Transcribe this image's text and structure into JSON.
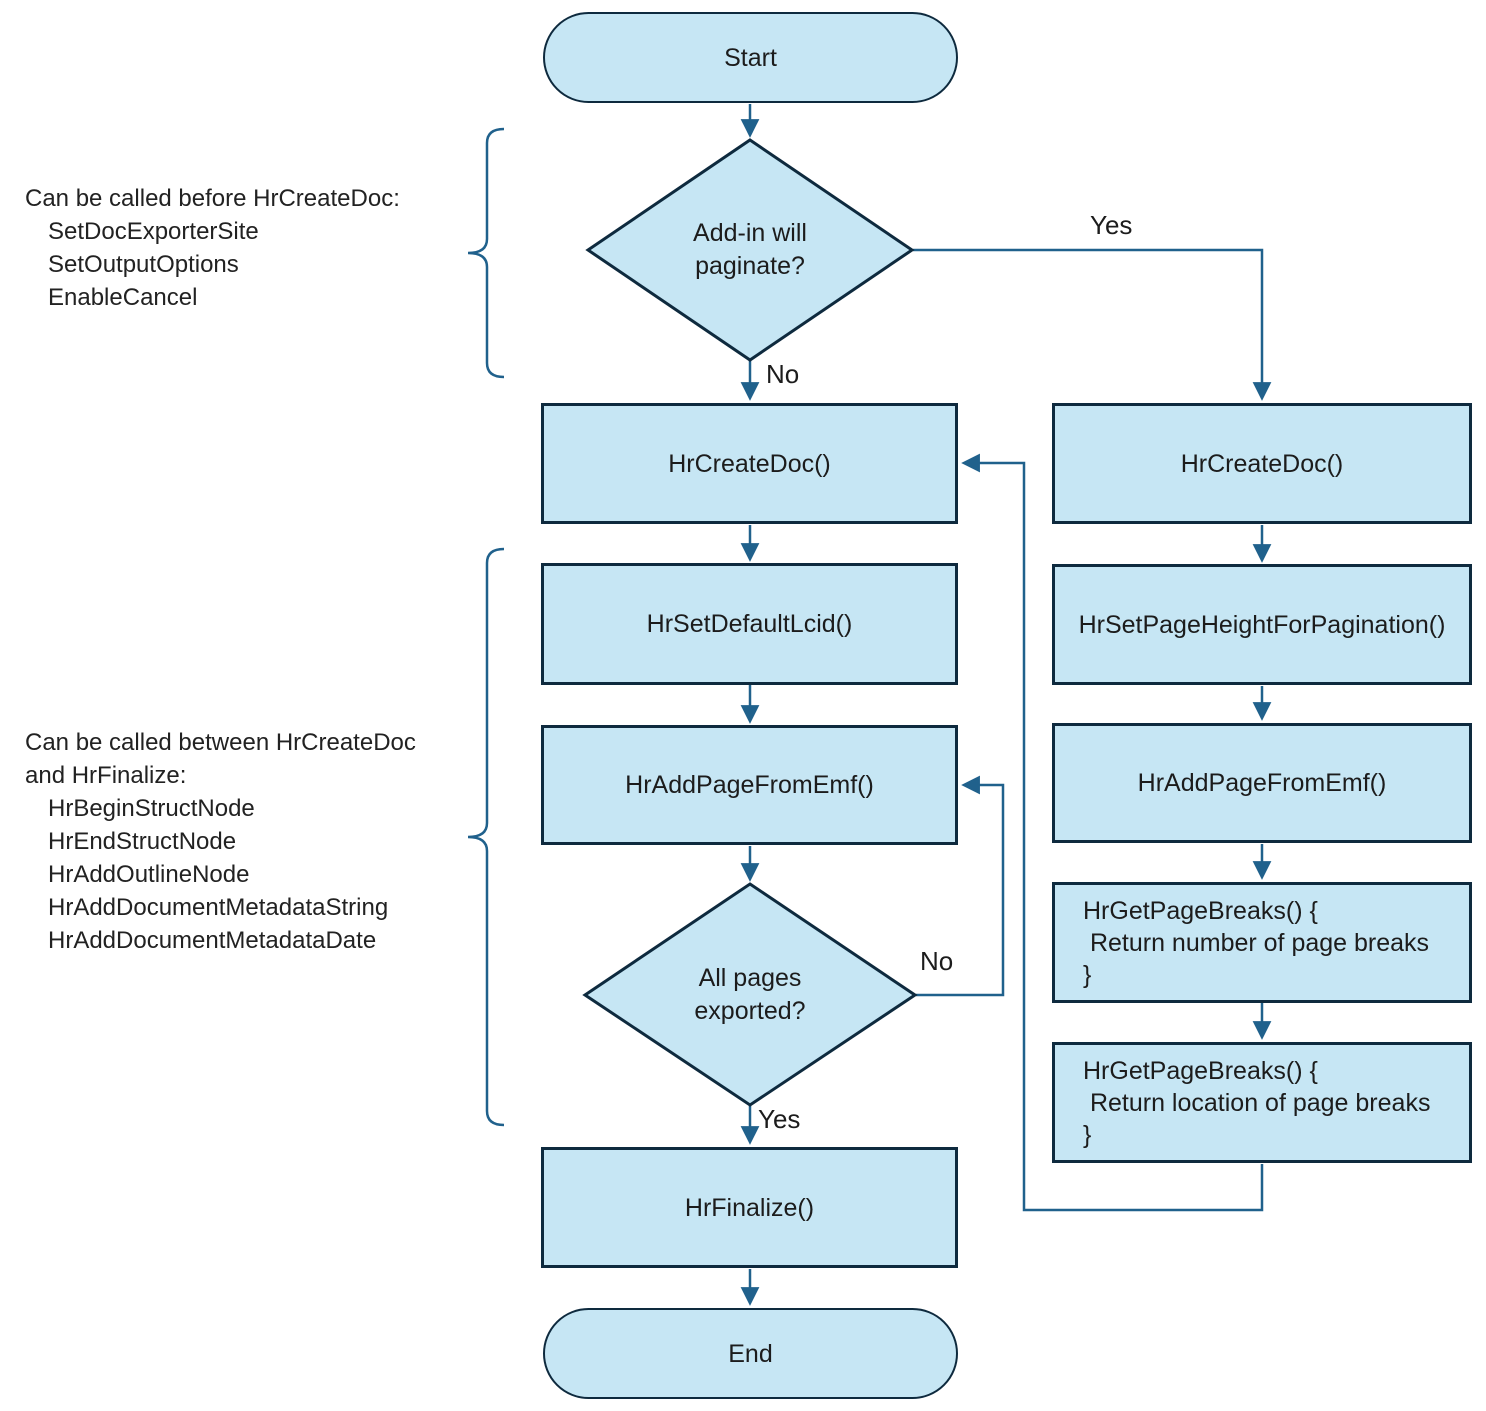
{
  "colors": {
    "node_fill": "#c6e6f4",
    "node_border": "#0e2a3e",
    "connector": "#20618c",
    "text": "#1c1c1c",
    "background": "#ffffff"
  },
  "nodes": {
    "start": "Start",
    "decision_paginate": "Add-in will\npaginate?",
    "create_doc_left": "HrCreateDoc()",
    "set_default_lcid": "HrSetDefaultLcid()",
    "add_page_from_emf_left": "HrAddPageFromEmf()",
    "decision_all_exported": "All pages\nexported?",
    "finalize": "HrFinalize()",
    "end": "End",
    "create_doc_right": "HrCreateDoc()",
    "set_page_height": "HrSetPageHeightForPagination()",
    "add_page_from_emf_right": "HrAddPageFromEmf()",
    "get_page_breaks_count": "HrGetPageBreaks() {\n Return number of page breaks\n}",
    "get_page_breaks_location": "HrGetPageBreaks() {\n Return location of page breaks\n}"
  },
  "edge_labels": {
    "paginate_yes": "Yes",
    "paginate_no": "No",
    "exported_no": "No",
    "exported_yes": "Yes"
  },
  "annotations": {
    "before": {
      "title": "Can be called before HrCreateDoc:",
      "items": [
        "SetDocExporterSite",
        "SetOutputOptions",
        "EnableCancel"
      ]
    },
    "between": {
      "title": "Can be called between HrCreateDoc\nand HrFinalize:",
      "items": [
        "HrBeginStructNode",
        "HrEndStructNode",
        "HrAddOutlineNode",
        "HrAddDocumentMetadataString",
        "HrAddDocumentMetadataDate"
      ]
    }
  }
}
